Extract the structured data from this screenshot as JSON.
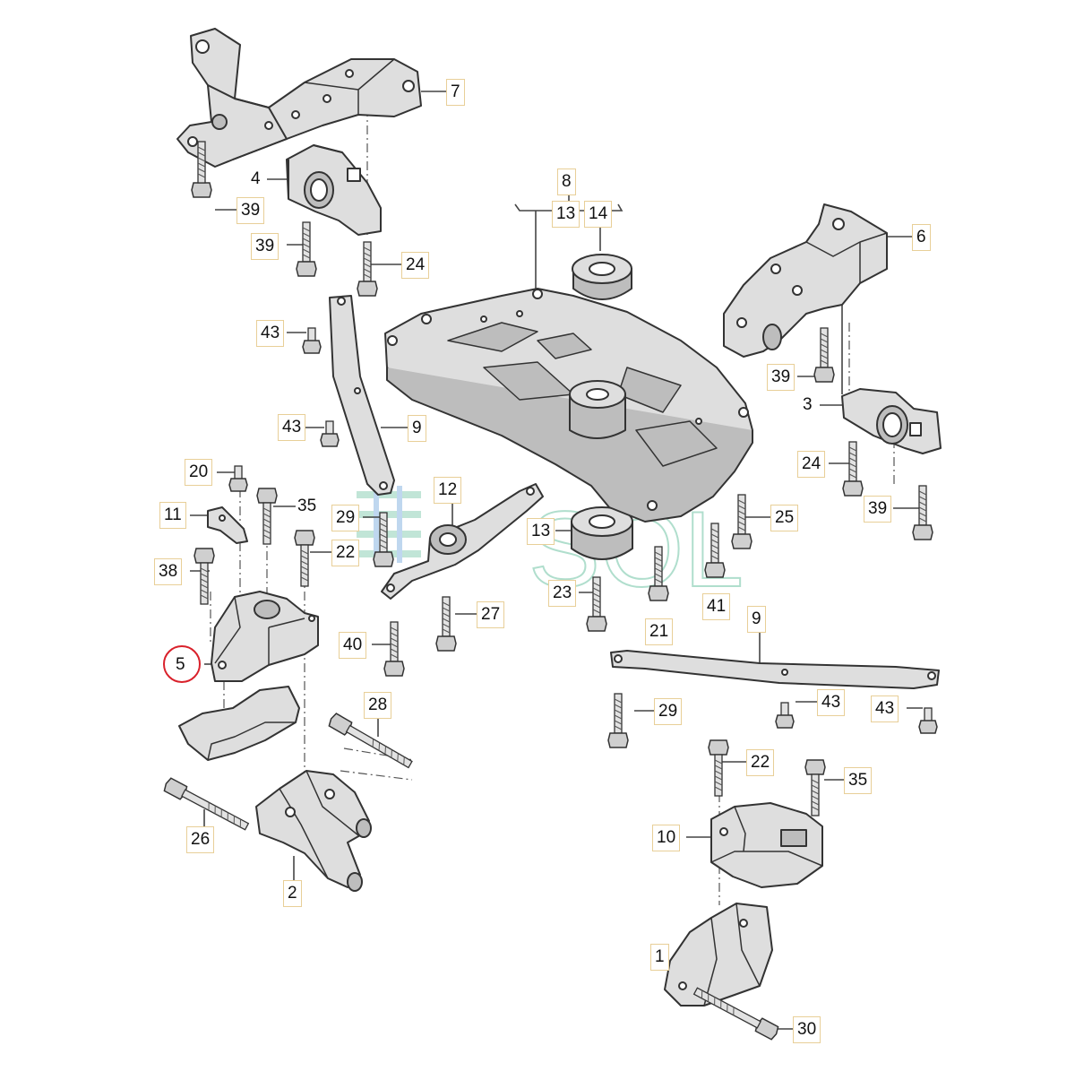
{
  "diagram": {
    "colors": {
      "part_fill": "#dedede",
      "part_dark": "#bdbdbd",
      "outline": "#333333",
      "leader": "#444444",
      "callout_border": "#e8cf98",
      "highlight": "#d9212b",
      "watermark_green": "#8fd1b8",
      "watermark_blue": "#8cb7e2"
    },
    "watermark": "SOL",
    "highlighted_part": "5",
    "callouts": {
      "c7": "7",
      "c4": "4",
      "c39a": "39",
      "c39b": "39",
      "c24a": "24",
      "c8": "8",
      "c13a": "13",
      "c14": "14",
      "c6": "6",
      "c43a": "43",
      "c43b": "43",
      "c9a": "9",
      "c39c": "39",
      "c3": "3",
      "c24b": "24",
      "c39d": "39",
      "c20": "20",
      "c35a": "35",
      "c12": "12",
      "c11": "11",
      "c29a": "29",
      "c22a": "22",
      "c13b": "13",
      "c25": "25",
      "c38": "38",
      "c23": "23",
      "c41": "41",
      "c27": "27",
      "c21": "21",
      "c9b": "9",
      "c40": "40",
      "c5": "5",
      "c29b": "29",
      "c43c": "43",
      "c43d": "43",
      "c28": "28",
      "c22b": "22",
      "c35b": "35",
      "c10": "10",
      "c26": "26",
      "c2": "2",
      "c1": "1",
      "c30": "30"
    }
  }
}
